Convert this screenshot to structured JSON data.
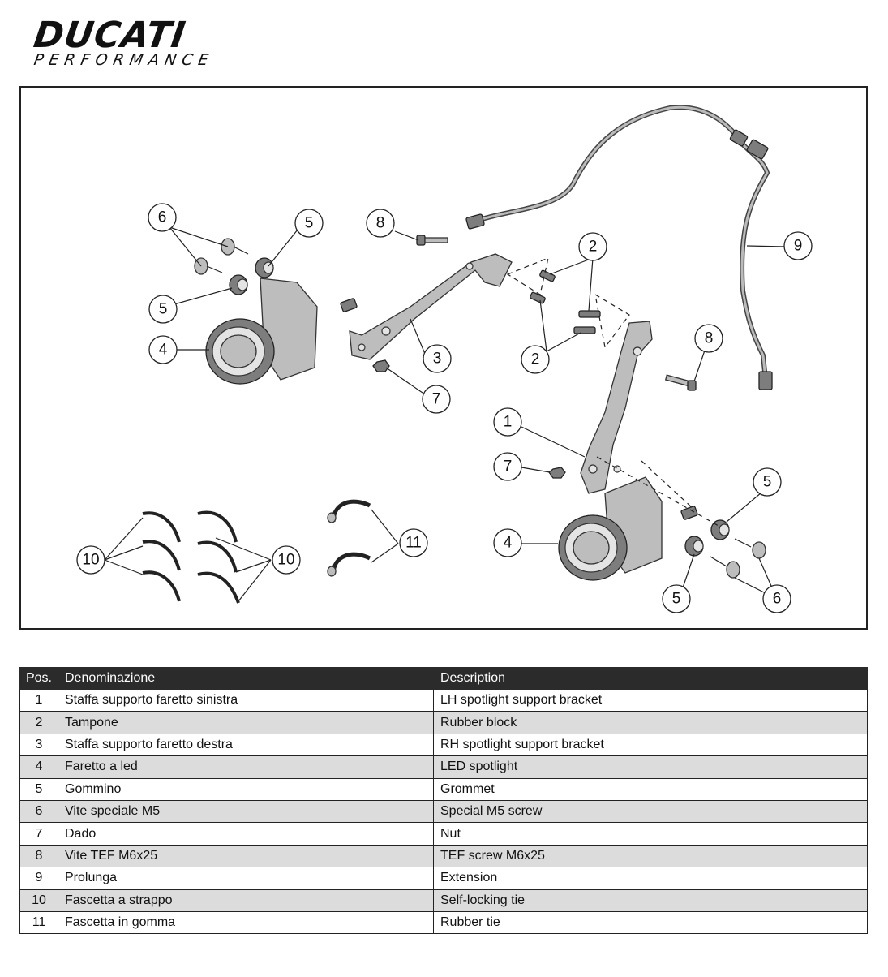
{
  "logo": {
    "brand": "DUCATI",
    "subtitle": "PERFORMANCE"
  },
  "callouts": [
    "6",
    "5",
    "5",
    "4",
    "8",
    "3",
    "7",
    "2",
    "2",
    "9",
    "8",
    "1",
    "7",
    "5",
    "4",
    "5",
    "6",
    "10",
    "10",
    "11"
  ],
  "table": {
    "headers": {
      "pos": "Pos.",
      "it": "Denominazione",
      "en": "Description"
    },
    "rows": [
      {
        "pos": "1",
        "it": "Staffa supporto faretto sinistra",
        "en": "LH spotlight support bracket"
      },
      {
        "pos": "2",
        "it": "Tampone",
        "en": "Rubber block"
      },
      {
        "pos": "3",
        "it": "Staffa supporto faretto destra",
        "en": "RH spotlight support bracket"
      },
      {
        "pos": "4",
        "it": "Faretto a led",
        "en": "LED spotlight"
      },
      {
        "pos": "5",
        "it": "Gommino",
        "en": "Grommet"
      },
      {
        "pos": "6",
        "it": "Vite speciale M5",
        "en": "Special M5 screw"
      },
      {
        "pos": "7",
        "it": "Dado",
        "en": "Nut"
      },
      {
        "pos": "8",
        "it": "Vite TEF M6x25",
        "en": "TEF screw M6x25"
      },
      {
        "pos": "9",
        "it": "Prolunga",
        "en": "Extension"
      },
      {
        "pos": "10",
        "it": "Fascetta a strappo",
        "en": "Self-locking tie"
      },
      {
        "pos": "11",
        "it": "Fascetta in gomma",
        "en": "Rubber tie"
      }
    ]
  }
}
